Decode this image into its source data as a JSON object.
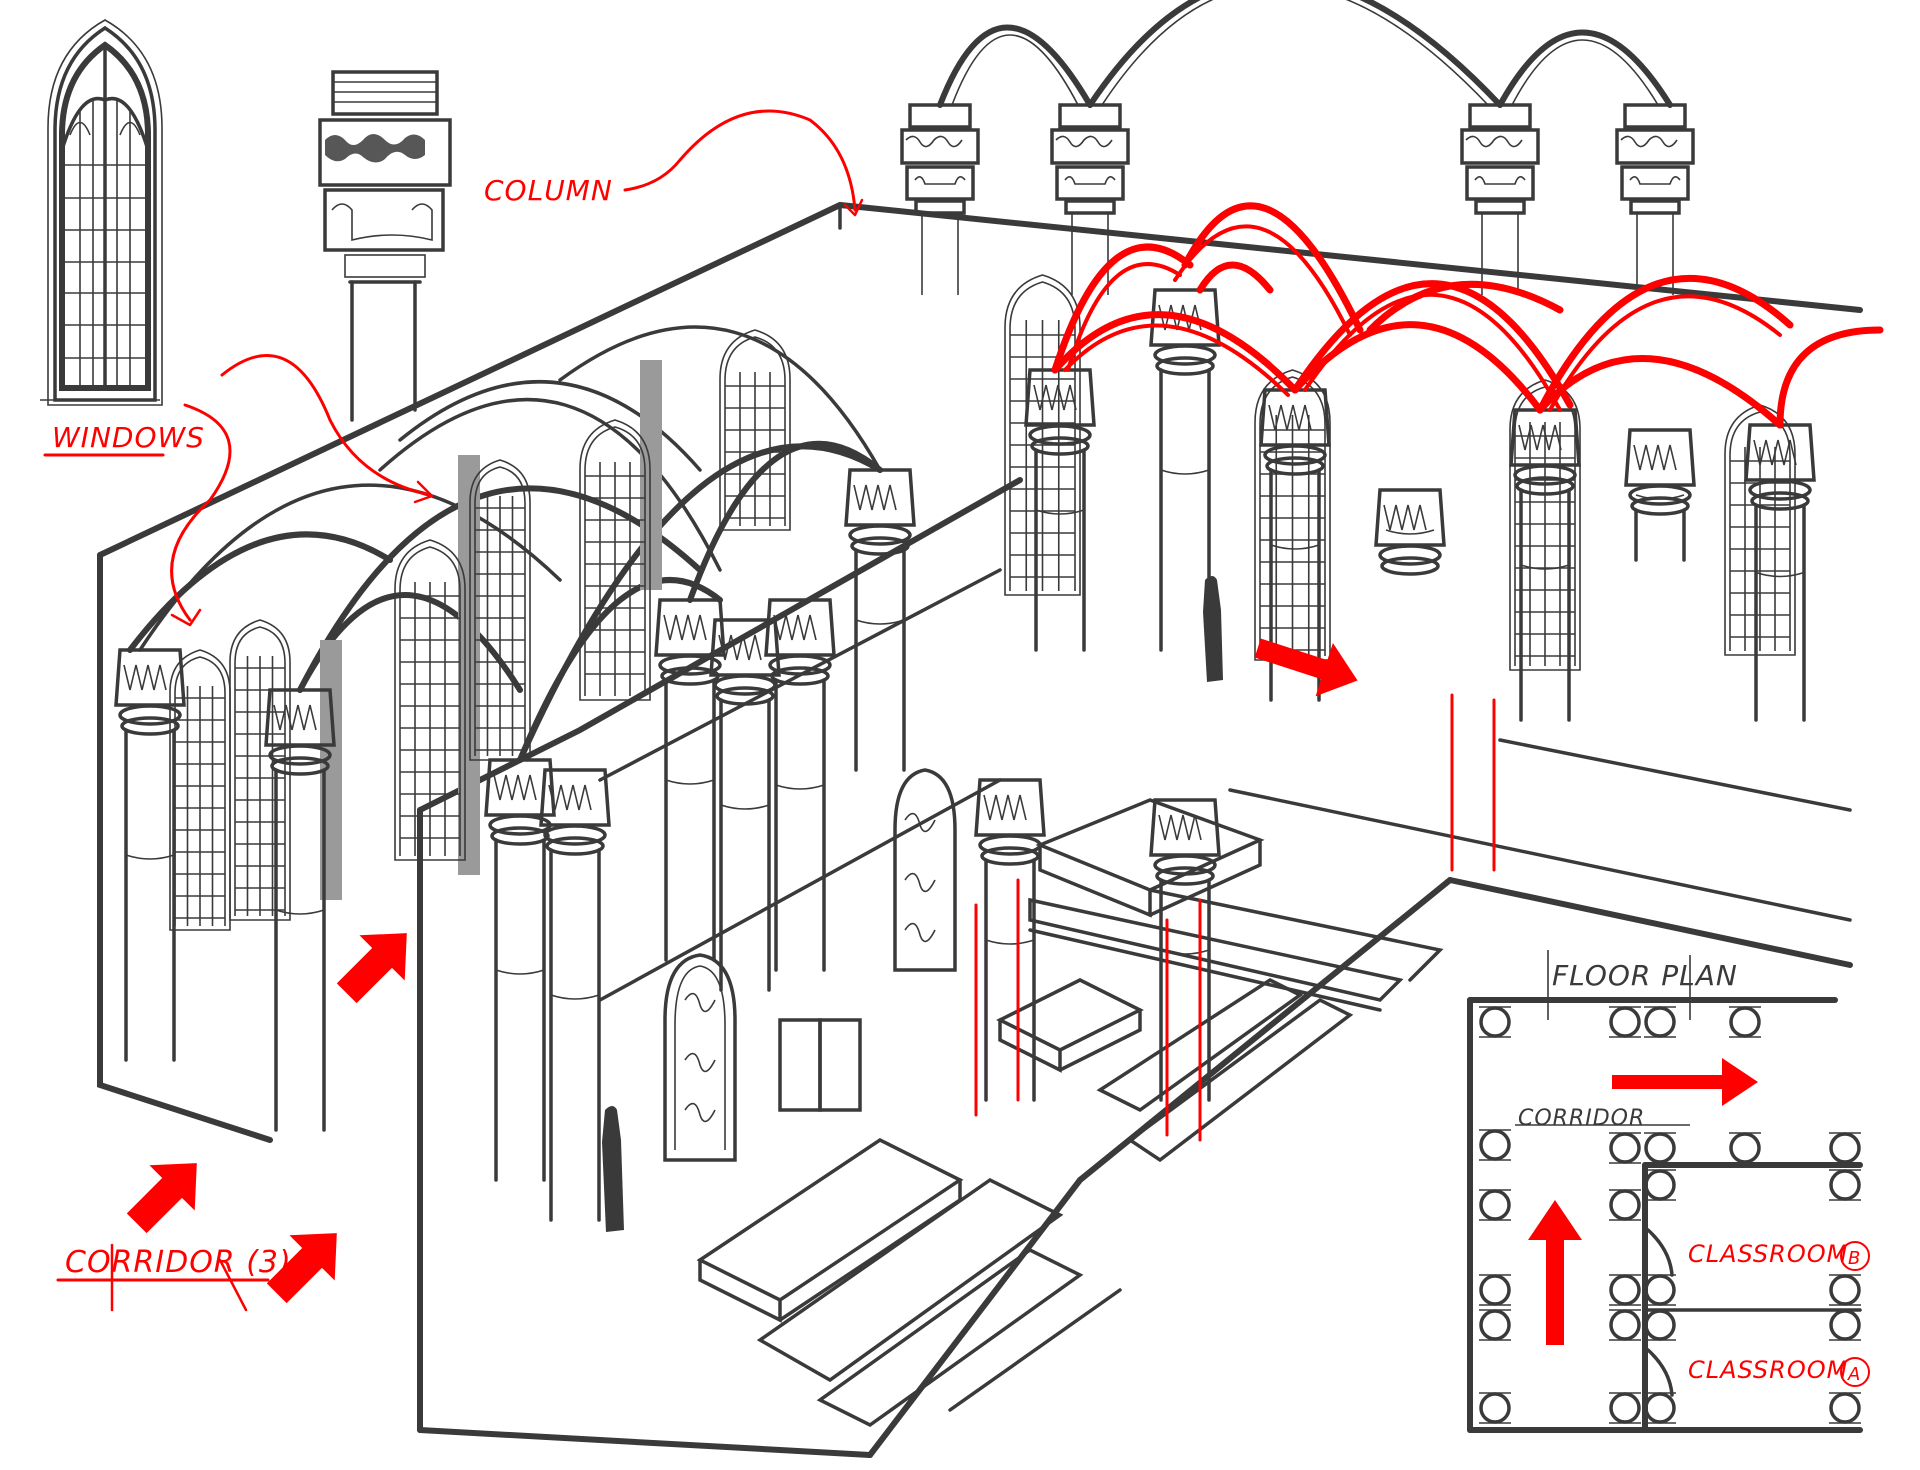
{
  "title": "Gothic school hall concept sketch",
  "colors": {
    "ink": "#3a3a3a",
    "annotation": "#ff0000",
    "shadow": "#9a9a9a",
    "background": "#ffffff"
  },
  "annotations": {
    "windows": "WINDOWS",
    "column": "COLUMN",
    "corridor_main": "CORRIDOR (3)"
  },
  "floor_plan": {
    "title": "FLOOR PLAN",
    "corridor": "CORRIDOR",
    "rooms": [
      {
        "name": "CLASSROOM",
        "tag": "B"
      },
      {
        "name": "CLASSROOM",
        "tag": "A"
      }
    ],
    "arrows": [
      "right",
      "up"
    ]
  },
  "reference_items": [
    "gothic-window",
    "column-capital"
  ],
  "arrows": [
    "corridor-arrow-1",
    "corridor-arrow-2",
    "corridor-arrow-3",
    "hall-arrow"
  ]
}
